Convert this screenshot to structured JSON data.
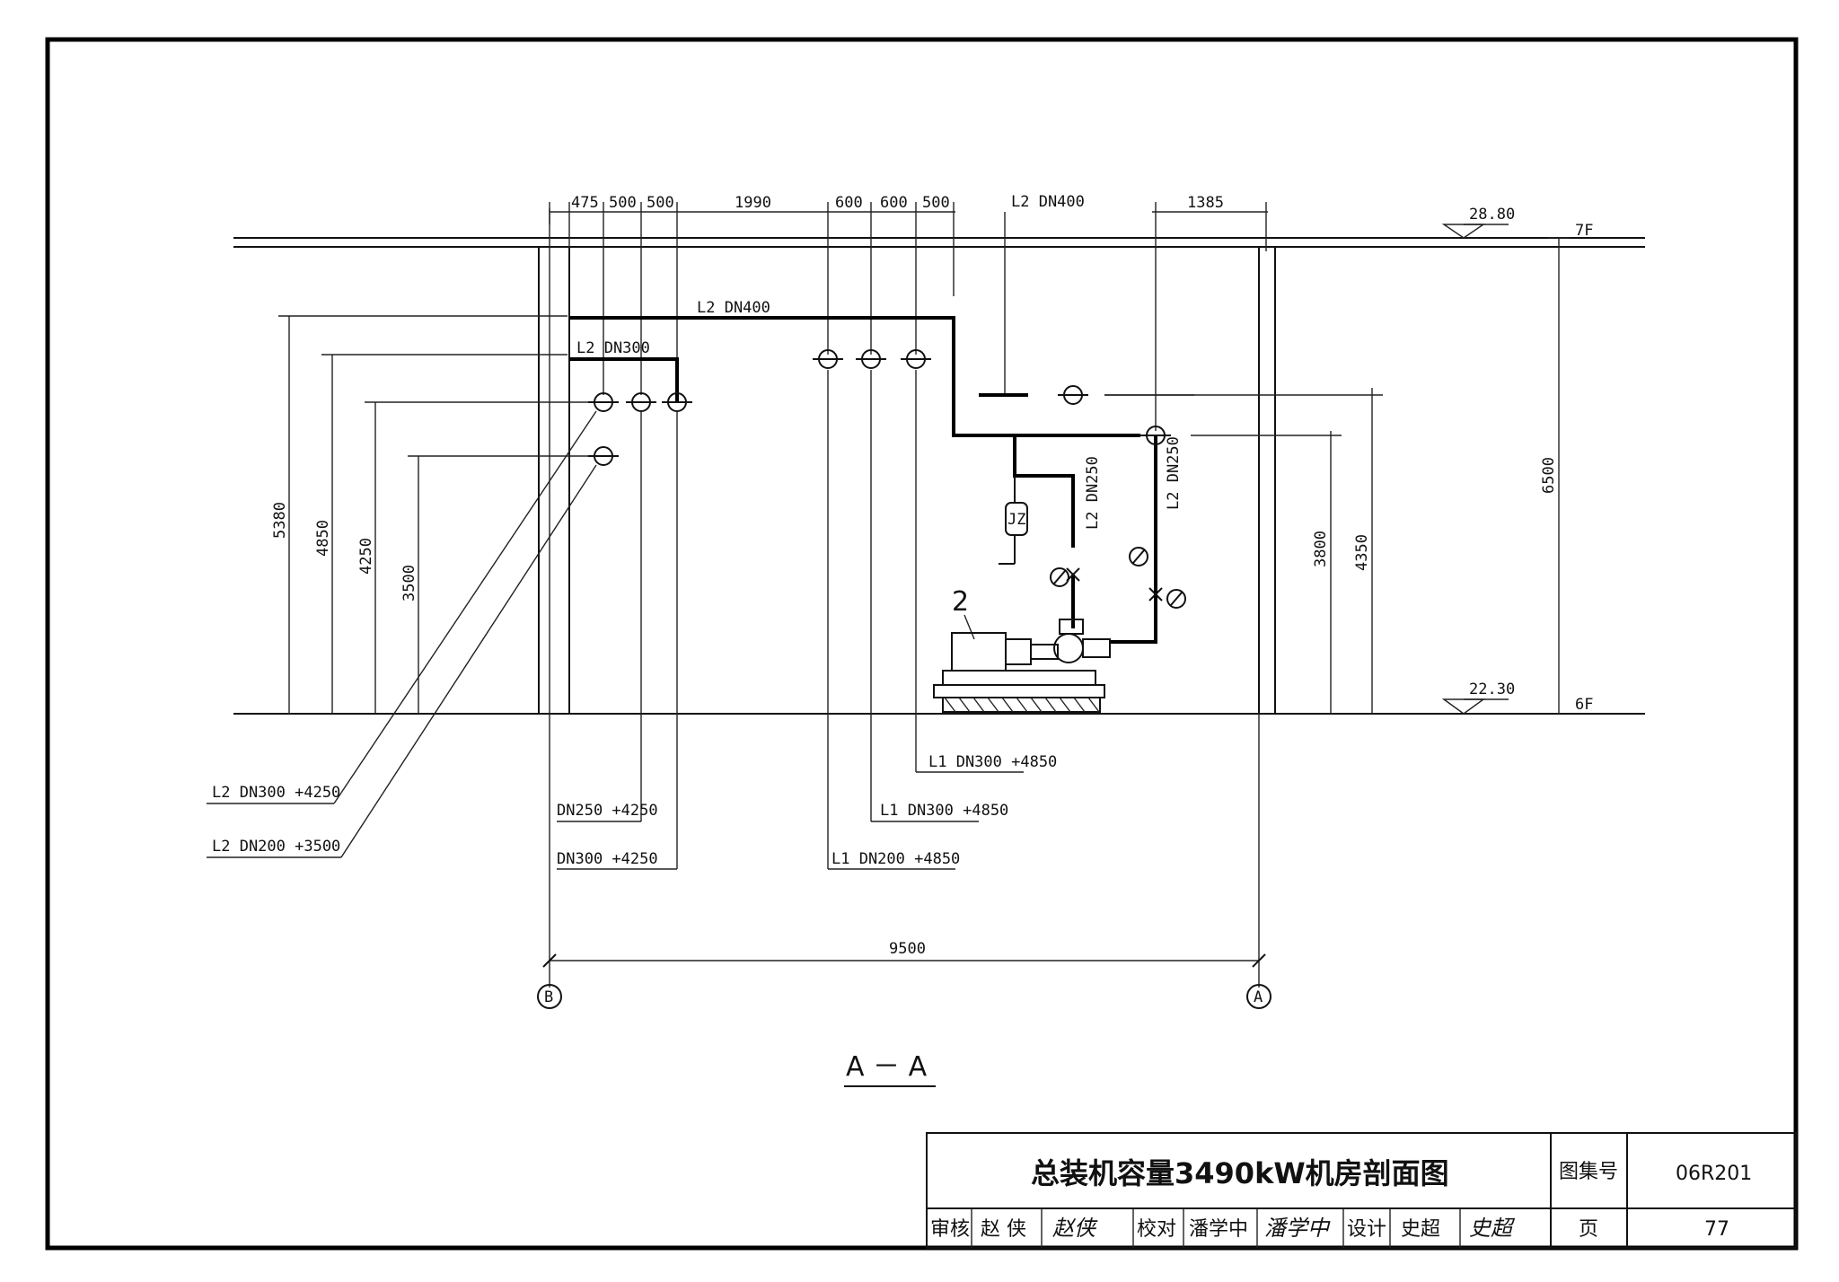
{
  "dimensions_top": [
    "475",
    "500",
    "500",
    "1990",
    "600",
    "600",
    "500",
    "1385"
  ],
  "dimension_top_pipe_label": "L2 DN400",
  "level_top": {
    "value": "28.80",
    "floor": "7F"
  },
  "level_bottom": {
    "value": "22.30",
    "floor": "6F"
  },
  "dimensions_left": [
    "5380",
    "4850",
    "4250",
    "3500"
  ],
  "dimensions_right": [
    "3800",
    "4350",
    "6500"
  ],
  "pipe_labels": {
    "l2_dn400_main": "L2 DN400",
    "l2_dn300_main": "L2 DN300",
    "l2_dn250_a": "L2 DN250",
    "l2_dn250_b": "L2 DN250",
    "jz": "JZ",
    "pump_number": "2"
  },
  "leader_labels": [
    "L1 DN300 +4850",
    "L1 DN300 +4850",
    "L1 DN200 +4850",
    "DN250 +4250",
    "DN300 +4250",
    "L2 DN300 +4250",
    "L2 DN200 +3500"
  ],
  "overall_dimension": "9500",
  "axis_labels": [
    "B",
    "A"
  ],
  "section_title": "A － A",
  "title_block": {
    "drawing_title": "总装机容量3490kW机房剖面图",
    "atlas_label": "图集号",
    "atlas_no": "06R201",
    "page_label": "页",
    "page_no": "77",
    "review_label": "审核",
    "reviewer": "赵 侠",
    "reviewer_sig": "赵侠",
    "check_label": "校对",
    "checker": "潘学中",
    "checker_sig": "潘学中",
    "design_label": "设计",
    "designer": "史超",
    "designer_sig": "史超"
  }
}
